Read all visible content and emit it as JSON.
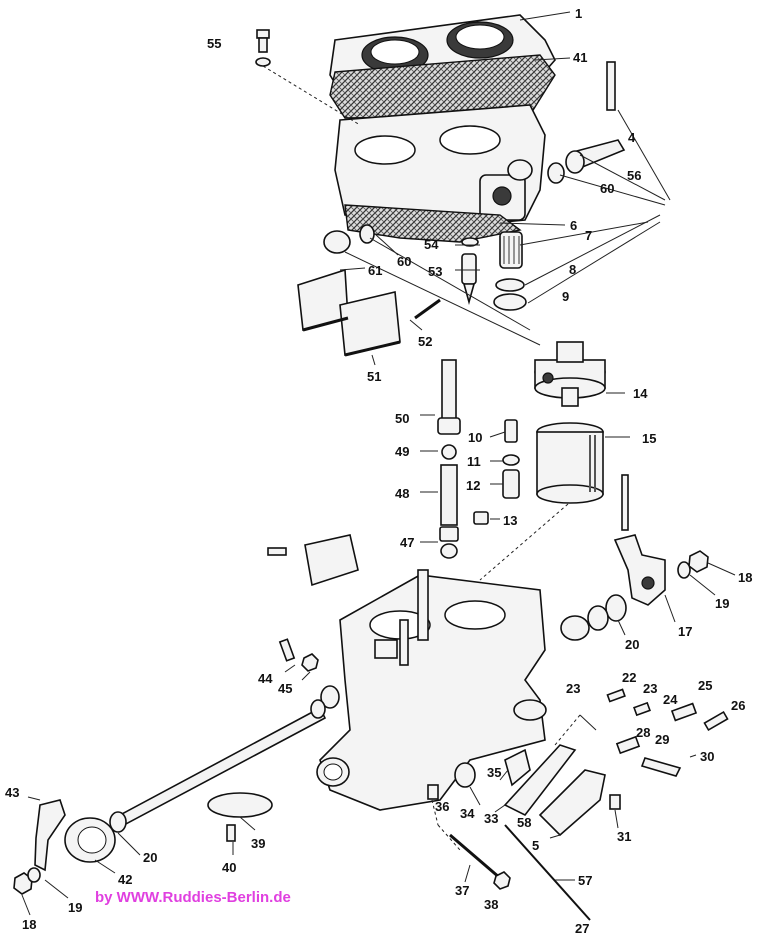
{
  "diagram": {
    "part_numbers": [
      "1",
      "41",
      "55",
      "4",
      "56",
      "60",
      "6",
      "7",
      "54",
      "53",
      "8",
      "61",
      "60",
      "9",
      "52",
      "51",
      "14",
      "50",
      "10",
      "15",
      "49",
      "11",
      "12",
      "48",
      "13",
      "47",
      "18",
      "19",
      "17",
      "20",
      "44",
      "45",
      "22",
      "23",
      "24",
      "25",
      "26",
      "28",
      "29",
      "30",
      "43",
      "35",
      "34",
      "33",
      "36",
      "58",
      "5",
      "31",
      "20",
      "42",
      "40",
      "39",
      "37",
      "57",
      "38",
      "19",
      "18",
      "27"
    ],
    "credit": "by  WWW.Ruddies-Berlin.de"
  }
}
